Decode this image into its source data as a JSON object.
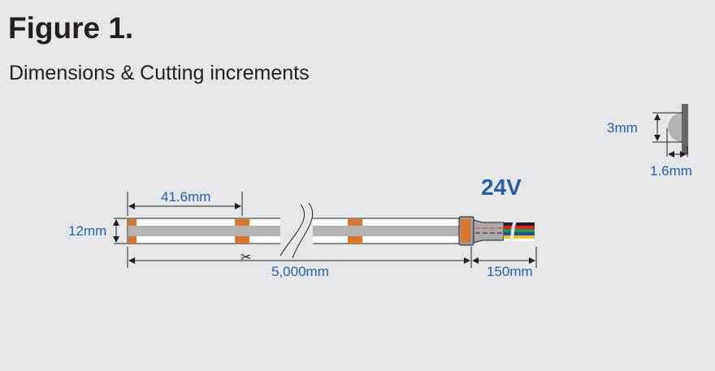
{
  "title": "Figure 1.",
  "subtitle": "Dimensions & Cutting increments",
  "voltage": "24V",
  "dimensions": {
    "cut_length": "41.6mm",
    "width": "12mm",
    "total_length": "5,000mm",
    "lead_length": "150mm",
    "profile_height": "3mm",
    "profile_depth": "1.6mm"
  },
  "colors": {
    "accent": "#2a5ea8",
    "pad": "#d9782c",
    "strip_band": "#b3b3b3"
  }
}
